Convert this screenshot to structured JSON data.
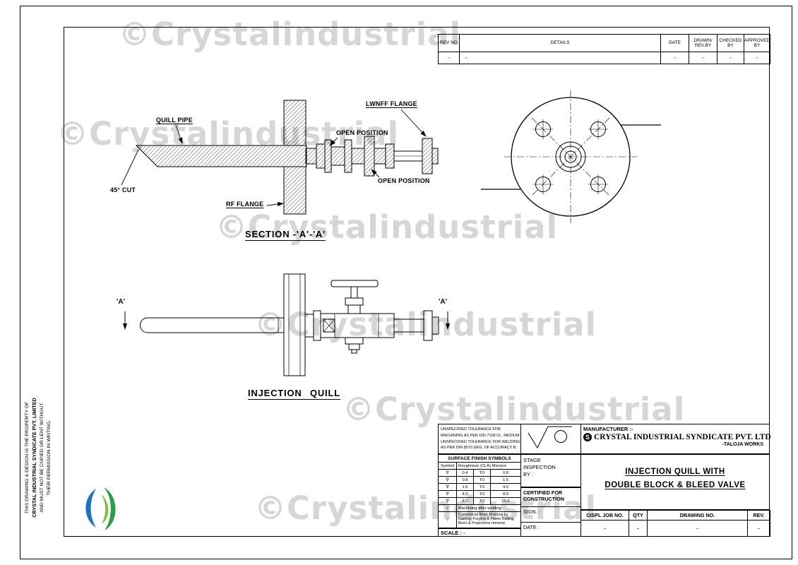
{
  "watermark": {
    "text": "©Crystalindustrial"
  },
  "property_notice": {
    "line1": "THIS DRAWING & DESIGN IS THE PROPERTY OF",
    "line2": "CRYSTAL INDUSTRIAL SYNDICATE PVT. LIMITED",
    "line3": "AND MUST NOT BE COPIED OR LENT WITHOUT",
    "line4": "THEIR PERMISSION IN WRITING."
  },
  "revision_table": {
    "headers": [
      "REV NO",
      "DETAILS",
      "DATE",
      "DRAWN/ REV.BY",
      "CHECKED BY",
      "APPROVED BY"
    ],
    "row": [
      "-",
      "-",
      "-",
      "-",
      "-",
      "-"
    ]
  },
  "section_view": {
    "quill_pipe_label": "QUILL PIPE",
    "lwnff_flange_label": "LWNFF FLANGE",
    "open_position_top": "OPEN POSITION",
    "open_position_bottom": "OPEN POSITION",
    "cut_label": "45° CUT",
    "rf_flange_label": "RF FLANGE",
    "caption": "SECTION -'A'-'A'"
  },
  "quill_view": {
    "marker_left": "'A'",
    "marker_right": "'A'",
    "caption": "INJECTION QUILL"
  },
  "tolerance_note": {
    "line1": "UNSPECIFIED TOLERANCE FOR",
    "line2": "MACHINING AS PER DIN 7168 CL. MEDIUM",
    "line3": "UNSPECIFIED TOLERANCE FOR WELDING",
    "line4": "AS PER DIN 8570 DEG. OF ACCURACY B."
  },
  "surface_finish": {
    "title": "SURFACE FINISH SYMBOLS",
    "symbol_header": "Symbol",
    "roughness_header": "Roughness (CLA) Microns",
    "rows": [
      {
        "sym": "∇",
        "a": "0.4",
        "mid": "TO",
        "b": "0.8"
      },
      {
        "sym": "∇",
        "a": "0.8",
        "mid": "TO",
        "b": "1.6"
      },
      {
        "sym": "∇",
        "a": "1.6",
        "mid": "TO",
        "b": "4.0"
      },
      {
        "sym": "∇",
        "a": "4.0",
        "mid": "TO",
        "b": "8.0"
      },
      {
        "sym": "∇",
        "a": "8.0",
        "mid": "TO",
        "b": "25.0"
      }
    ],
    "machining_sym": "√",
    "machining_note": "Machining after welding",
    "commercial_sym": "√",
    "commercial_note": "Commercial finish Produce by Casting, Forging & Flame Cutting, Burrs & Projections removal.",
    "scale_text": "SCALE :  -"
  },
  "stage_inspection": {
    "line1": "STAGE",
    "line2": "INSPECTION",
    "line3": "BY :"
  },
  "certified": {
    "line1": "CERTIFIED FOR",
    "line2": "CONSTRUCTION",
    "sign_label": "SIGN. :",
    "date_label": "DATE :"
  },
  "manufacturer": {
    "label": "MANUFACTURER :-",
    "logo_letter": "S",
    "name": "CRYSTAL INDUSTRIAL SYNDICATE PVT. LTD",
    "works": "-TALOJA WORKS"
  },
  "title_block": {
    "line1": "INJECTION QUILL WITH",
    "line2": "DOUBLE BLOCK & BLEED VALVE"
  },
  "job_table": {
    "headers": [
      "CISPL JOB NO.",
      "QTY",
      "DRAWING NO.",
      "REV."
    ],
    "row": [
      "-",
      "-",
      "-",
      "-"
    ]
  }
}
